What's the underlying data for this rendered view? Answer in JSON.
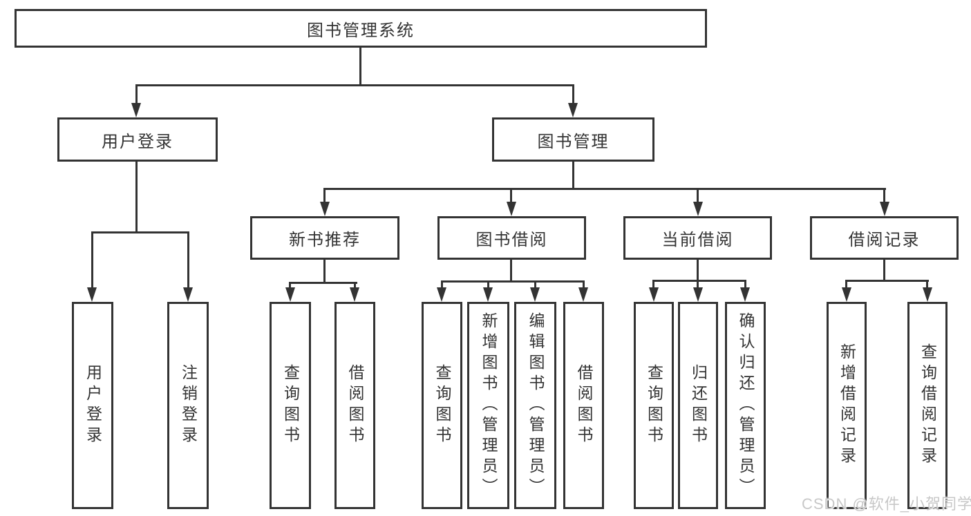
{
  "diagram": {
    "title": "图书管理系统",
    "level2": {
      "user_login": "用户登录",
      "book_mgmt": "图书管理"
    },
    "level3": {
      "new_books": "新书推荐",
      "book_borrow": "图书借阅",
      "current_borrow": "当前借阅",
      "borrow_records": "借阅记录"
    },
    "leaves": {
      "user_login": [
        "用户登录",
        "注销登录"
      ],
      "new_books": [
        "查询图书",
        "借阅图书"
      ],
      "book_borrow": [
        "查询图书",
        "新增图书（管理员）",
        "编辑图书（管理员）",
        "借阅图书"
      ],
      "current_borrow": [
        "查询图书",
        "归还图书",
        "确认归还（管理员）"
      ],
      "borrow_records": [
        "新增借阅记录",
        "查询借阅记录"
      ]
    }
  },
  "watermark": "CSDN @软件_小贺同学",
  "colors": {
    "line": "#333333",
    "text": "#333333",
    "watermark": "#c8c8c8",
    "background": "#ffffff"
  }
}
